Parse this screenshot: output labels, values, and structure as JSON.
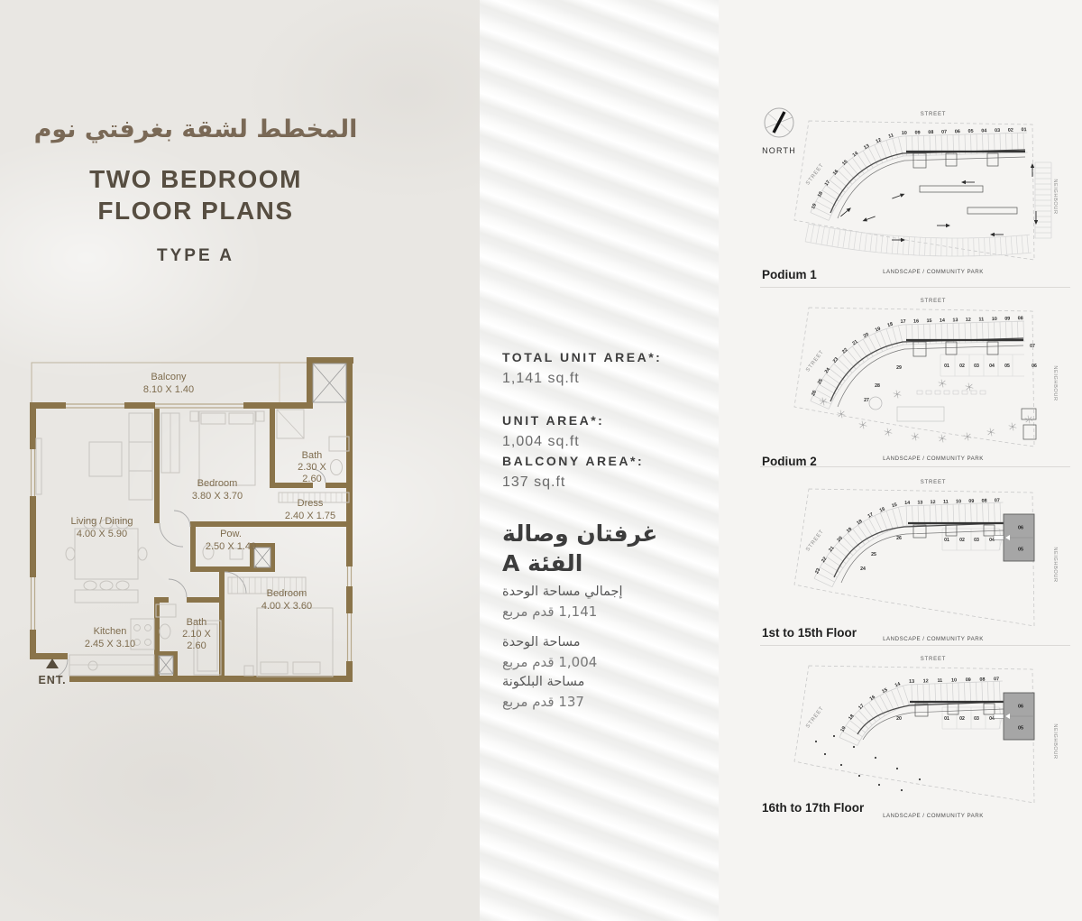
{
  "colors": {
    "accent_brown": "#8a744a",
    "title_brown": "#7a6956",
    "title_dark": "#574e41",
    "text_dark": "#3e3e3e",
    "right_panel_bg": "#f5f4f2",
    "highlight_gray": "#a6a6a6"
  },
  "left": {
    "title_ar": "المخطط لشقة بغرفتي نوم",
    "title_en_line1": "TWO BEDROOM",
    "title_en_line2": "FLOOR PLANS",
    "type_label": "TYPE A",
    "floorplan": {
      "rooms": [
        {
          "name": "Balcony",
          "dim": "8.10 X 1.40"
        },
        {
          "name": "Bath",
          "dim": "2.30 X 2.60"
        },
        {
          "name": "Bedroom",
          "dim": "3.80 X 3.70"
        },
        {
          "name": "Dress",
          "dim": "2.40 X 1.75"
        },
        {
          "name": "Living / Dining",
          "dim": "4.00 X 5.90"
        },
        {
          "name": "Pow.",
          "dim": "2.50 X 1.40"
        },
        {
          "name": "Bedroom",
          "dim": "4.00 X 3.60"
        },
        {
          "name": "Kitchen",
          "dim": "2.45 X 3.10"
        },
        {
          "name": "Bath",
          "dim": "2.10 X 2.60"
        }
      ],
      "entrance_label": "ENT."
    }
  },
  "middle": {
    "areas": [
      {
        "label": "TOTAL UNIT AREA*:",
        "value": "1,141 sq.ft"
      },
      {
        "label": "UNIT AREA*:",
        "value": "1,004 sq.ft"
      },
      {
        "label": "BALCONY AREA*:",
        "value": "137 sq.ft"
      }
    ],
    "arabic_title_line1": "غرفتان وصالة",
    "arabic_title_line2": "الفئة A",
    "arabic_areas": [
      {
        "label": "إجمالي مساحة الوحدة",
        "value": "1,141 قدم مربع"
      },
      {
        "label": "مساحة الوحدة",
        "value": "1,004 قدم مربع"
      },
      {
        "label": "مساحة البلكونة",
        "value": "137 قدم مربع"
      }
    ]
  },
  "right": {
    "north_label": "NORTH",
    "plans": [
      {
        "title": "Podium 1",
        "street_top": "STREET",
        "street_left": "STREET",
        "neighbour": "NEIGHBOUR",
        "park": "LANDSCAPE / COMMUNITY PARK",
        "outer_units": [
          "19",
          "18",
          "17",
          "16",
          "15",
          "14",
          "13",
          "12",
          "11",
          "10",
          "09",
          "08",
          "07",
          "06",
          "05",
          "04",
          "03",
          "02",
          "01"
        ],
        "inner_units": [],
        "highlight_units": []
      },
      {
        "title": "Podium 2",
        "street_top": "STREET",
        "street_left": "STREET",
        "neighbour": "NEIGHBOUR",
        "park": "LANDSCAPE / COMMUNITY PARK",
        "outer_units": [
          "26",
          "25",
          "24",
          "23",
          "22",
          "21",
          "20",
          "19",
          "18",
          "17",
          "16",
          "15",
          "14",
          "13",
          "12",
          "11",
          "10",
          "09",
          "08"
        ],
        "inner_units": [
          "27",
          "28",
          "29",
          "01",
          "02",
          "03",
          "04",
          "05",
          "06",
          "07"
        ],
        "highlight_units": []
      },
      {
        "title": "1st to 15th Floor",
        "street_top": "STREET",
        "street_left": "STREET",
        "neighbour": "NEIGHBOUR",
        "park": "LANDSCAPE / COMMUNITY PARK",
        "outer_units": [
          "23",
          "22",
          "21",
          "20",
          "19",
          "18",
          "17",
          "16",
          "15",
          "14",
          "13",
          "12",
          "11",
          "10",
          "09",
          "08",
          "07"
        ],
        "inner_units": [
          "24",
          "25",
          "26",
          "01",
          "02",
          "03",
          "04"
        ],
        "highlight_units": [
          "06",
          "05"
        ]
      },
      {
        "title": "16th to 17th Floor",
        "street_top": "STREET",
        "street_left": "STREET",
        "neighbour": "NEIGHBOUR",
        "park": "LANDSCAPE / COMMUNITY PARK",
        "outer_units": [
          "19",
          "18",
          "17",
          "16",
          "15",
          "14",
          "13",
          "12",
          "11",
          "10",
          "09",
          "08",
          "07"
        ],
        "inner_units": [
          "20",
          "01",
          "02",
          "03",
          "04"
        ],
        "highlight_units": [
          "06",
          "05"
        ]
      }
    ]
  }
}
